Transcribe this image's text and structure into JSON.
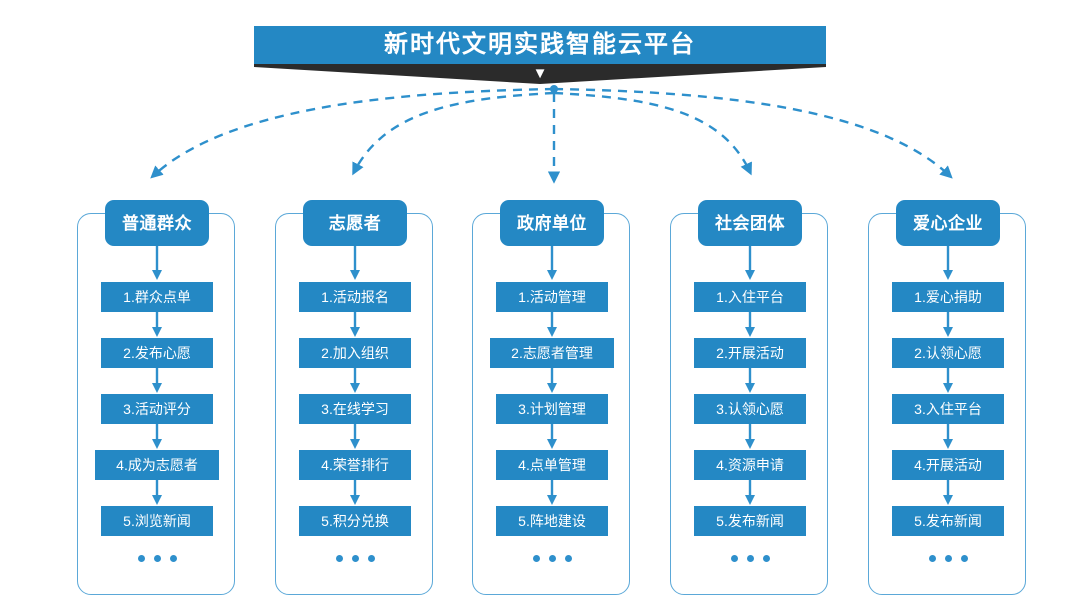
{
  "banner": {
    "title": "新时代文明实践智能云平台",
    "chevron_icon": "chevron-down-icon",
    "bar_color": "#2488C4",
    "ribbon_color": "#2B2B2B"
  },
  "theme": {
    "box_blue": "#2488C4",
    "frame_blue": "#5BA8D8",
    "arrow_blue": "#2E90CC",
    "background": "#FFFFFF",
    "text_on_blue": "#FFFFFF"
  },
  "ellipsis_label": "...",
  "columns": [
    {
      "header": "普通群众",
      "steps": [
        "1.群众点单",
        "2.发布心愿",
        "3.活动评分",
        "4.成为志愿者",
        "5.浏览新闻"
      ]
    },
    {
      "header": "志愿者",
      "steps": [
        "1.活动报名",
        "2.加入组织",
        "3.在线学习",
        "4.荣誉排行",
        "5.积分兑换"
      ]
    },
    {
      "header": "政府单位",
      "steps": [
        "1.活动管理",
        "2.志愿者管理",
        "3.计划管理",
        "4.点单管理",
        "5.阵地建设"
      ]
    },
    {
      "header": "社会团体",
      "steps": [
        "1.入住平台",
        "2.开展活动",
        "3.认领心愿",
        "4.资源申请",
        "5.发布新闻"
      ]
    },
    {
      "header": "爱心企业",
      "steps": [
        "1.爱心捐助",
        "2.认领心愿",
        "3.入住平台",
        "4.开展活动",
        "5.发布新闻"
      ]
    }
  ]
}
